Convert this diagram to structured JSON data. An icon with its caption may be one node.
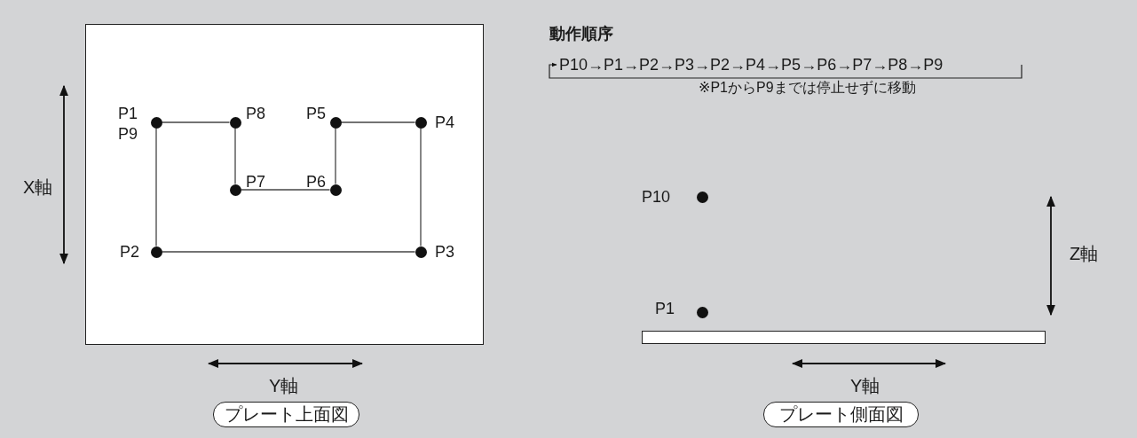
{
  "diagram": {
    "nodes": [
      {
        "text": [],
        "shape": "box"
      },
      {
        "text": [],
        "shape": "circle",
        "in": 0,
        "beside": [
          "P1",
          "P9"
        ]
      },
      {
        "text": [],
        "shape": "circle",
        "in": 0,
        "beside": [
          "P8"
        ]
      },
      {
        "text": [],
        "shape": "circle",
        "in": 0,
        "beside": [
          "P5"
        ]
      },
      {
        "text": [],
        "shape": "circle",
        "in": 0,
        "beside": [
          "P4"
        ]
      },
      {
        "text": [],
        "shape": "circle",
        "in": 0,
        "beside": [
          "P7"
        ]
      },
      {
        "text": [],
        "shape": "circle",
        "in": 0,
        "beside": [
          "P6"
        ]
      },
      {
        "text": [],
        "shape": "circle",
        "in": 0,
        "beside": [
          "P2"
        ]
      },
      {
        "text": [],
        "shape": "circle",
        "in": 0,
        "beside": [
          "P3"
        ]
      },
      {
        "text": [
          "プレート上面図"
        ]
      },
      {
        "text": [],
        "shape": "circle",
        "beside": [
          "P10"
        ]
      },
      {
        "text": [],
        "shape": "circle",
        "beside": [
          "P1"
        ]
      },
      {
        "text": [],
        "shape": "bar"
      },
      {
        "text": [
          "プレート側面図"
        ]
      }
    ],
    "edges": [
      {
        "from": 1,
        "to": 2,
        "arrow": "none"
      },
      {
        "from": 2,
        "to": 5,
        "arrow": "none"
      },
      {
        "from": 5,
        "to": 6,
        "arrow": "none"
      },
      {
        "from": 6,
        "to": 3,
        "arrow": "none"
      },
      {
        "from": 3,
        "to": 4,
        "arrow": "none"
      },
      {
        "from": 4,
        "to": 8,
        "arrow": "none"
      },
      {
        "from": 8,
        "to": 7,
        "arrow": "none"
      },
      {
        "from": 7,
        "to": 1,
        "arrow": "none"
      }
    ],
    "labels": [
      "動作順序",
      "P10→P1→P2→P3→P2→P4→P5→P6→P7→P8→P9",
      "※P1からP9までは停止せずに移動",
      "X軸",
      "Y軸",
      "Z軸",
      "Y軸"
    ]
  }
}
